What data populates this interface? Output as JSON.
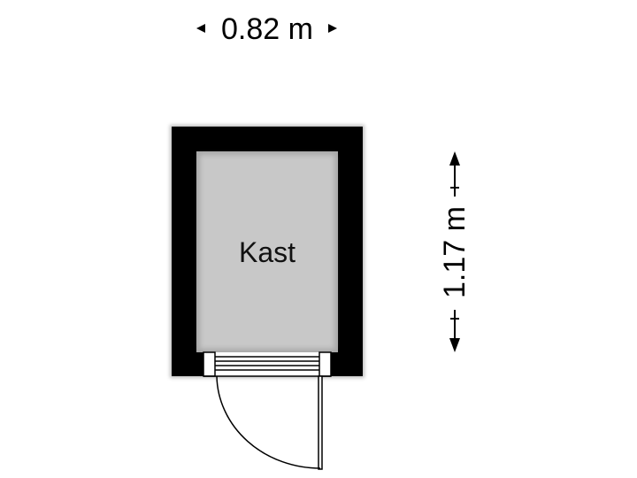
{
  "plan": {
    "room_label": "Kast",
    "width_dimension": "0.82 m",
    "height_dimension": "1.17 m"
  },
  "colors": {
    "wall": "#000000",
    "floor": "#c8c8c8",
    "background": "#ffffff"
  }
}
